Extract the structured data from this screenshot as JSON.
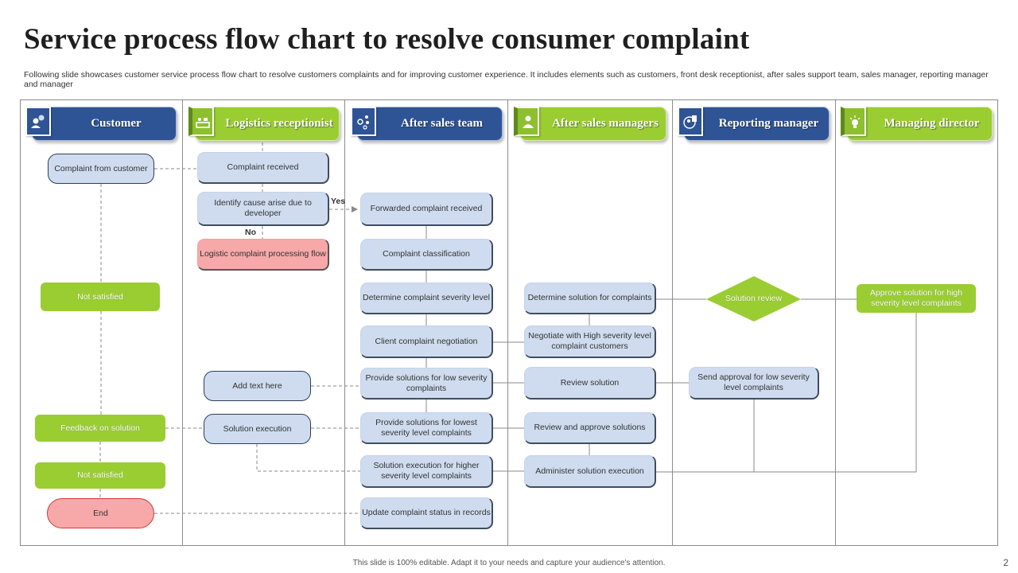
{
  "title": "Service process flow chart to resolve consumer complaint",
  "subtitle": "Following slide showcases customer service process flow chart to resolve customers complaints and for improving customer experience. It includes elements such as customers, front desk receptionist, after sales support team, sales manager, reporting manager and manager",
  "lanes": [
    {
      "label": "Customer",
      "color": "blue",
      "icon": "customer-chat-icon"
    },
    {
      "label": "Logistics receptionist",
      "color": "green",
      "icon": "reception-desk-icon"
    },
    {
      "label": "After sales team",
      "color": "blue",
      "icon": "team-network-icon"
    },
    {
      "label": "After sales managers",
      "color": "green",
      "icon": "manager-icon"
    },
    {
      "label": "Reporting manager",
      "color": "blue",
      "icon": "report-person-icon"
    },
    {
      "label": "Managing director",
      "color": "green",
      "icon": "director-lightbulb-icon"
    }
  ],
  "customer": {
    "complaint": "Complaint from customer",
    "not_satisfied_1": "Not satisfied",
    "feedback": "Feedback on solution",
    "not_satisfied_2": "Not satisfied",
    "end": "End"
  },
  "receptionist": {
    "received": "Complaint  received",
    "identify": "Identify cause arise due to developer",
    "yes": "Yes",
    "no": "No",
    "logistic_flow": "Logistic complaint processing flow",
    "add_text": "Add text here",
    "solution_execution": "Solution  execution"
  },
  "sales_team": {
    "forwarded": "Forwarded complaint received",
    "classification": "Complaint  classification",
    "severity": "Determine  complaint severity level",
    "negotiation": "Client  complaint  negotiation",
    "low": "Provide solutions  for low severity complaints",
    "lowest": "Provide solutions  for lowest severity level complaints",
    "higher": "Solution  execution for higher severity level complaints",
    "update": "Update  complaint status in records"
  },
  "sales_managers": {
    "determine": "Determine  solution  for complaints",
    "negotiate": "Negotiate  with High severity level complaint  customers",
    "review": "Review solution",
    "review_approve": "Review and approve solutions",
    "administer": "Administer solution execution"
  },
  "reporting": {
    "solution_review": "Solution  review",
    "send_approval": "Send approval for low severity level complaints"
  },
  "director": {
    "approve": "Approve solution for high severity level complaints"
  },
  "colors": {
    "blue": "#2f5496",
    "green": "#9acd32",
    "box_blue": "#cfdcef",
    "box_red": "#f7a8a8"
  },
  "footer": "This slide is 100% editable.  Adapt it to your needs and capture your audience's attention.",
  "page_number": "2"
}
